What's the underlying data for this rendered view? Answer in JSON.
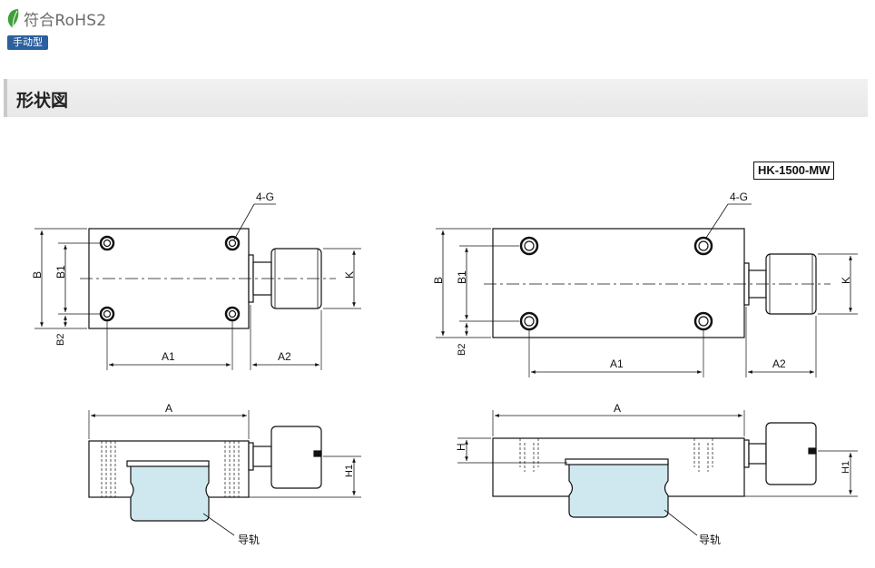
{
  "header": {
    "rohs_label": "符合RoHS2",
    "type_tag": "手动型",
    "leaf_icon": "leaf-icon",
    "colors": {
      "leaf": "#3fa03a",
      "tag_bg": "#2c5f9e",
      "header_bg": "#efefef"
    }
  },
  "section": {
    "title": "形状図"
  },
  "drawing": {
    "model": "HK-1500-MW",
    "labels": {
      "holes": "4-G",
      "B": "B",
      "B1": "B1",
      "B2": "B2",
      "A": "A",
      "A1": "A1",
      "A2": "A2",
      "K": "K",
      "H": "H",
      "H1": "H1",
      "rail": "导轨"
    },
    "colors": {
      "rail_fill": "#cfe8ef",
      "line": "#111111"
    }
  }
}
